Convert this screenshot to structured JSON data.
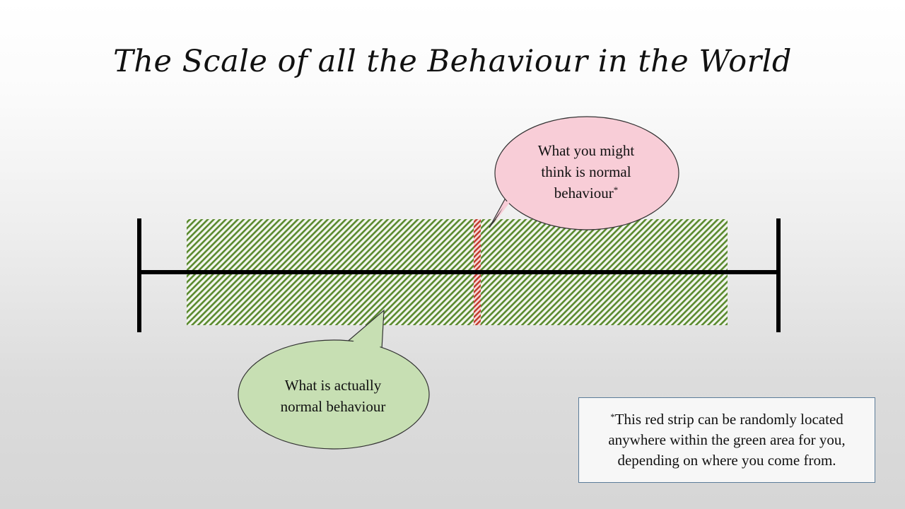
{
  "slide": {
    "title": "The Scale of all the Behaviour in the World"
  },
  "callouts": {
    "perceived_normal": {
      "lines": [
        "What you might",
        "think is normal",
        "behaviour"
      ],
      "footnote_marker": "*"
    },
    "actual_normal": {
      "lines": [
        "What is actually",
        "normal behaviour"
      ]
    }
  },
  "footnote": {
    "marker": "*",
    "lines": [
      "This red strip can be randomly located",
      "anywhere within the green area for you,",
      "depending on where you come from."
    ]
  },
  "colors": {
    "green_hatch": "#5a8a2e",
    "red_strip": "#c0392b",
    "pink_bubble": "#f8cdd7",
    "green_bubble": "#c7dfb3",
    "scale_line": "#000000",
    "note_border": "#5b7c99"
  }
}
